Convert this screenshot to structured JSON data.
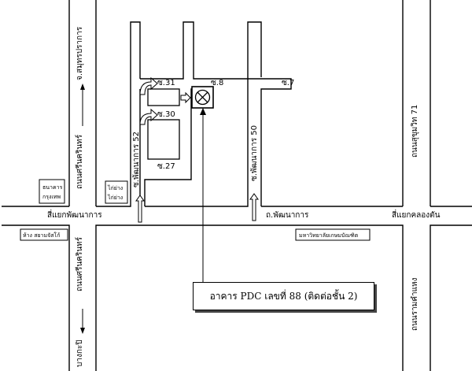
{
  "map": {
    "callout": "อาคาร PDC  เลขที่ 88 (ติดต่อชั้น 2)",
    "roads": {
      "srinakarin_north": "ถนนศรีนครินทร์",
      "sukhumvit_dir": "จ.สมุทรปราการ",
      "srinakarin_south": "ถนนศรีนครินทร์",
      "bangkapi_dir": "บางกะปิ",
      "pattanakarn": "ถ.พัฒนาการ",
      "sukhumvit71": "ถนนสุขุมวิท 71",
      "ramkhamhaeng": "ถนนรามคำแหง",
      "soi52": "ซ.พัฒนาการ 52",
      "soi50": "ซ.พัฒนาการ 50"
    },
    "intersections": {
      "pattanakarn_junction": "สี่แยกพัฒนาการ",
      "khlong_tan_junction": "สี่แยกคลองตัน"
    },
    "sois": {
      "s31": "ซ.31",
      "s30": "ซ.30",
      "s27": "ซ.27",
      "s8": "ซ.8",
      "s7": "ซ.7"
    },
    "landmarks": {
      "bank": [
        "ธนาคาร",
        "กรุงเทพ"
      ],
      "kfc": [
        "ไก่ย่าง",
        "ไก่ย่าง"
      ],
      "mall": "ห้าง สยามจัสโก้",
      "university": "มหาวิทยาลัยเกษมบัณฑิต"
    }
  }
}
